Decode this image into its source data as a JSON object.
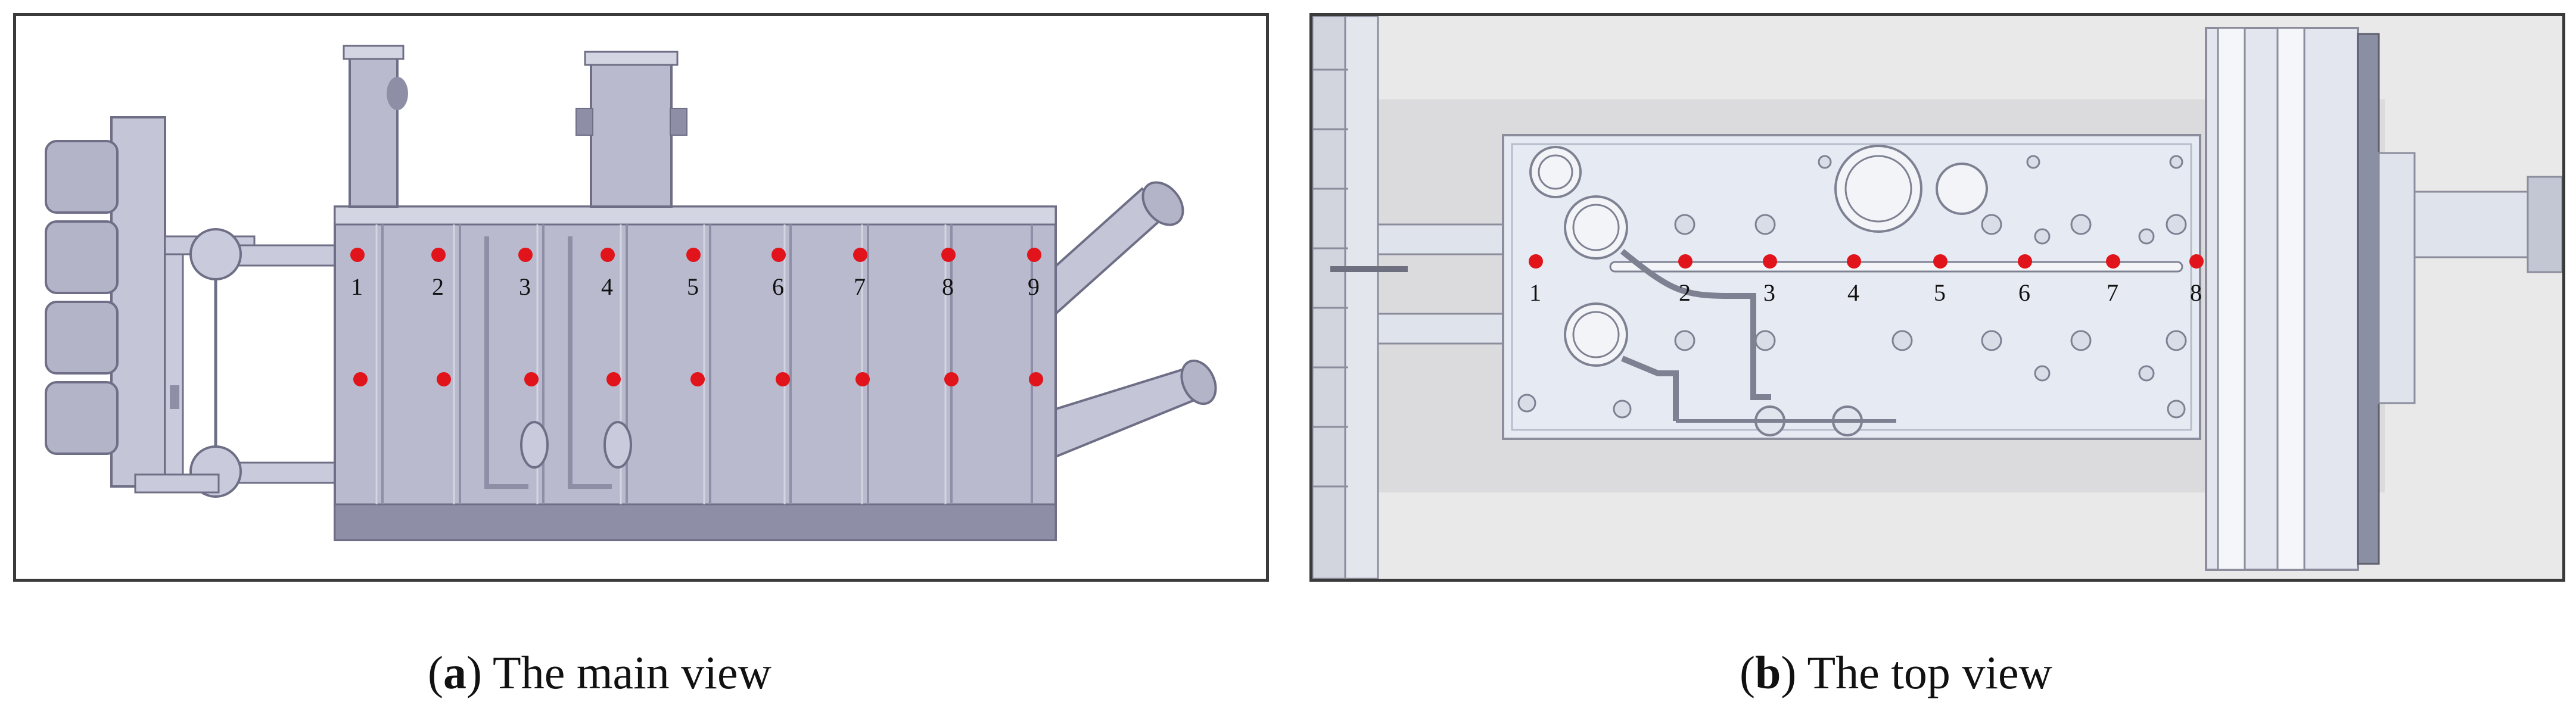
{
  "panels": [
    {
      "id": "a",
      "caption": {
        "open": "(",
        "letter": "a",
        "close": ")",
        "text": " The main view"
      },
      "point_labels": [
        "1",
        "2",
        "3",
        "4",
        "5",
        "6",
        "7",
        "8",
        "9"
      ]
    },
    {
      "id": "b",
      "caption": {
        "open": "(",
        "letter": "b",
        "close": ")",
        "text": " The top view"
      },
      "point_labels": [
        "1",
        "2",
        "3",
        "4",
        "5",
        "6",
        "7",
        "8"
      ]
    }
  ],
  "colors": {
    "body_fill": "#b9bace",
    "body_dark": "#8e8fa6",
    "body_light": "#d4d5e3",
    "top_fill": "#dde3ee",
    "frame": "#3a3a3a",
    "marker": "#e0141a",
    "shadow": "#c9c9cb"
  }
}
